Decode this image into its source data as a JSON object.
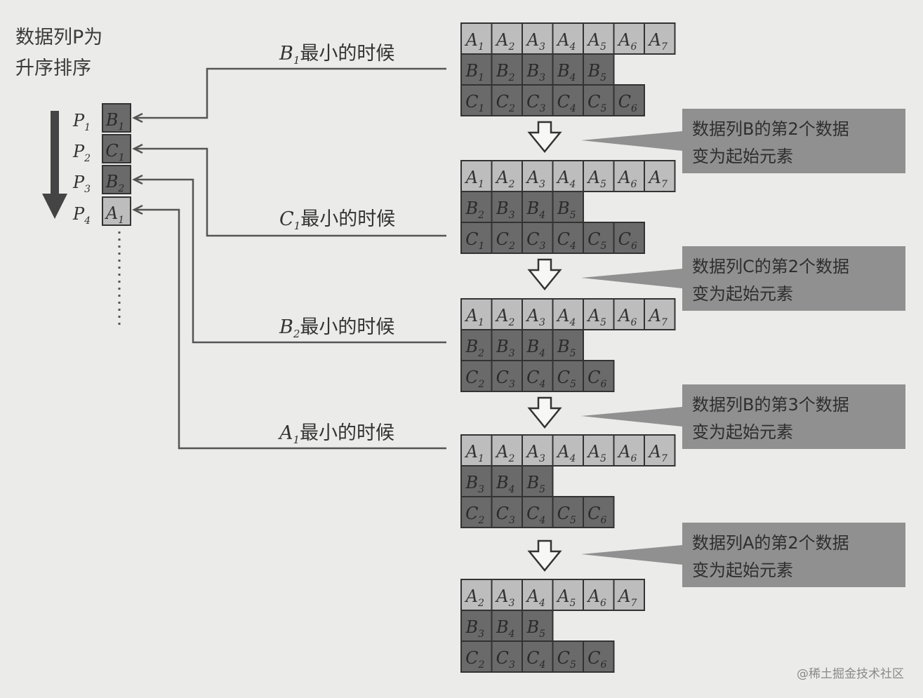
{
  "title": {
    "line1": "数据列P为",
    "line2": "升序排序"
  },
  "p_list": {
    "labels": [
      {
        "letter": "P",
        "sub": "1"
      },
      {
        "letter": "P",
        "sub": "2"
      },
      {
        "letter": "P",
        "sub": "3"
      },
      {
        "letter": "P",
        "sub": "4"
      }
    ],
    "cells": [
      {
        "letter": "B",
        "sub": "1",
        "shade": "dark"
      },
      {
        "letter": "C",
        "sub": "1",
        "shade": "dark"
      },
      {
        "letter": "B",
        "sub": "2",
        "shade": "dark"
      },
      {
        "letter": "A",
        "sub": "1",
        "shade": "light"
      }
    ],
    "dots": "⋮"
  },
  "events": [
    {
      "letter": "B",
      "sub": "1",
      "text": "最小的时候"
    },
    {
      "letter": "C",
      "sub": "1",
      "text": "最小的时候"
    },
    {
      "letter": "B",
      "sub": "2",
      "text": "最小的时候"
    },
    {
      "letter": "A",
      "sub": "1",
      "text": "最小的时候"
    }
  ],
  "stages": [
    {
      "rows": [
        {
          "shade": "light",
          "letter": "A",
          "subs": [
            "1",
            "2",
            "3",
            "4",
            "5",
            "6",
            "7"
          ]
        },
        {
          "shade": "dark",
          "letter": "B",
          "subs": [
            "1",
            "2",
            "3",
            "4",
            "5"
          ]
        },
        {
          "shade": "dark",
          "letter": "C",
          "subs": [
            "1",
            "2",
            "3",
            "4",
            "5",
            "6"
          ]
        }
      ]
    },
    {
      "rows": [
        {
          "shade": "light",
          "letter": "A",
          "subs": [
            "1",
            "2",
            "3",
            "4",
            "5",
            "6",
            "7"
          ]
        },
        {
          "shade": "dark",
          "letter": "B",
          "subs": [
            "2",
            "3",
            "4",
            "5"
          ]
        },
        {
          "shade": "dark",
          "letter": "C",
          "subs": [
            "1",
            "2",
            "3",
            "4",
            "5",
            "6"
          ]
        }
      ]
    },
    {
      "rows": [
        {
          "shade": "light",
          "letter": "A",
          "subs": [
            "1",
            "2",
            "3",
            "4",
            "5",
            "6",
            "7"
          ]
        },
        {
          "shade": "dark",
          "letter": "B",
          "subs": [
            "2",
            "3",
            "4",
            "5"
          ]
        },
        {
          "shade": "dark",
          "letter": "C",
          "subs": [
            "2",
            "3",
            "4",
            "5",
            "6"
          ]
        }
      ]
    },
    {
      "rows": [
        {
          "shade": "light",
          "letter": "A",
          "subs": [
            "1",
            "2",
            "3",
            "4",
            "5",
            "6",
            "7"
          ]
        },
        {
          "shade": "dark",
          "letter": "B",
          "subs": [
            "3",
            "4",
            "5"
          ]
        },
        {
          "shade": "dark",
          "letter": "C",
          "subs": [
            "2",
            "3",
            "4",
            "5",
            "6"
          ]
        }
      ]
    },
    {
      "rows": [
        {
          "shade": "light",
          "letter": "A",
          "subs": [
            "2",
            "3",
            "4",
            "5",
            "6",
            "7"
          ]
        },
        {
          "shade": "dark",
          "letter": "B",
          "subs": [
            "3",
            "4",
            "5"
          ]
        },
        {
          "shade": "dark",
          "letter": "C",
          "subs": [
            "2",
            "3",
            "4",
            "5",
            "6"
          ]
        }
      ]
    }
  ],
  "callouts": [
    {
      "line1": "数据列B的第2个数据",
      "line2": "变为起始元素"
    },
    {
      "line1": "数据列C的第2个数据",
      "line2": "变为起始元素"
    },
    {
      "line1": "数据列B的第3个数据",
      "line2": "变为起始元素"
    },
    {
      "line1": "数据列A的第2个数据",
      "line2": "变为起始元素"
    }
  ],
  "watermark": "@稀土掘金技术社区",
  "colors": {
    "background": "#ebebea",
    "light_cell": "#bdbdbd",
    "dark_cell": "#6a6a6a",
    "callout": "#909090",
    "line": "#555555",
    "text": "#333333"
  }
}
